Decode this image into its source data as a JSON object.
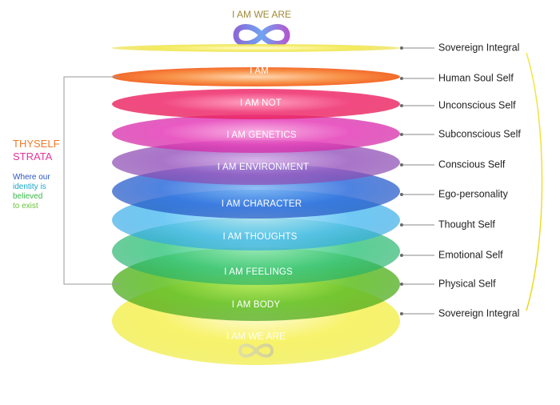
{
  "top": {
    "title": "I AM WE ARE",
    "title_color": "#a08a3a",
    "symbol": "infinity-icon"
  },
  "bottom": {
    "title": "I AM WE ARE",
    "title_color": "#ffffff",
    "symbol": "infinity-icon"
  },
  "side": {
    "line1": "THYSELF",
    "line1_color": "#f07a2a",
    "line2": "STRATA",
    "line2_color": "#e0359a",
    "desc1": "Where our",
    "desc1_color": "#2a55c8",
    "desc2": "identity is",
    "desc2_color": "#1aa8c8",
    "desc3": "believed",
    "desc3_color": "#3ab84a",
    "desc4": "to exist",
    "desc4_color": "#6ac23a"
  },
  "layers": [
    {
      "label": "",
      "right": "Sovereign Integral",
      "color": "#f2e64a"
    },
    {
      "label": "I AM",
      "right": "Human Soul Self",
      "color": "#f58a3a"
    },
    {
      "label": "I AM NOT",
      "right": "Unconscious Self",
      "color": "#f02a6a"
    },
    {
      "label": "I AM GENETICS",
      "right": "Subconscious Self",
      "color": "#e63ab4"
    },
    {
      "label": "I AM ENVIRONMENT",
      "right": "Conscious Self",
      "color": "#9a5ab8"
    },
    {
      "label": "I AM CHARACTER",
      "right": "Ego-personality",
      "color": "#2a6ad8"
    },
    {
      "label": "I AM THOUGHTS",
      "right": "Thought Self",
      "color": "#4ab8f0"
    },
    {
      "label": "I AM FEELINGS",
      "right": "Emotional Self",
      "color": "#3ac67a"
    },
    {
      "label": "I AM BODY",
      "right": "Physical Self",
      "color": "#8ac82a"
    },
    {
      "label": "",
      "right": "Sovereign Integral",
      "color": "#f0ec3a"
    }
  ]
}
